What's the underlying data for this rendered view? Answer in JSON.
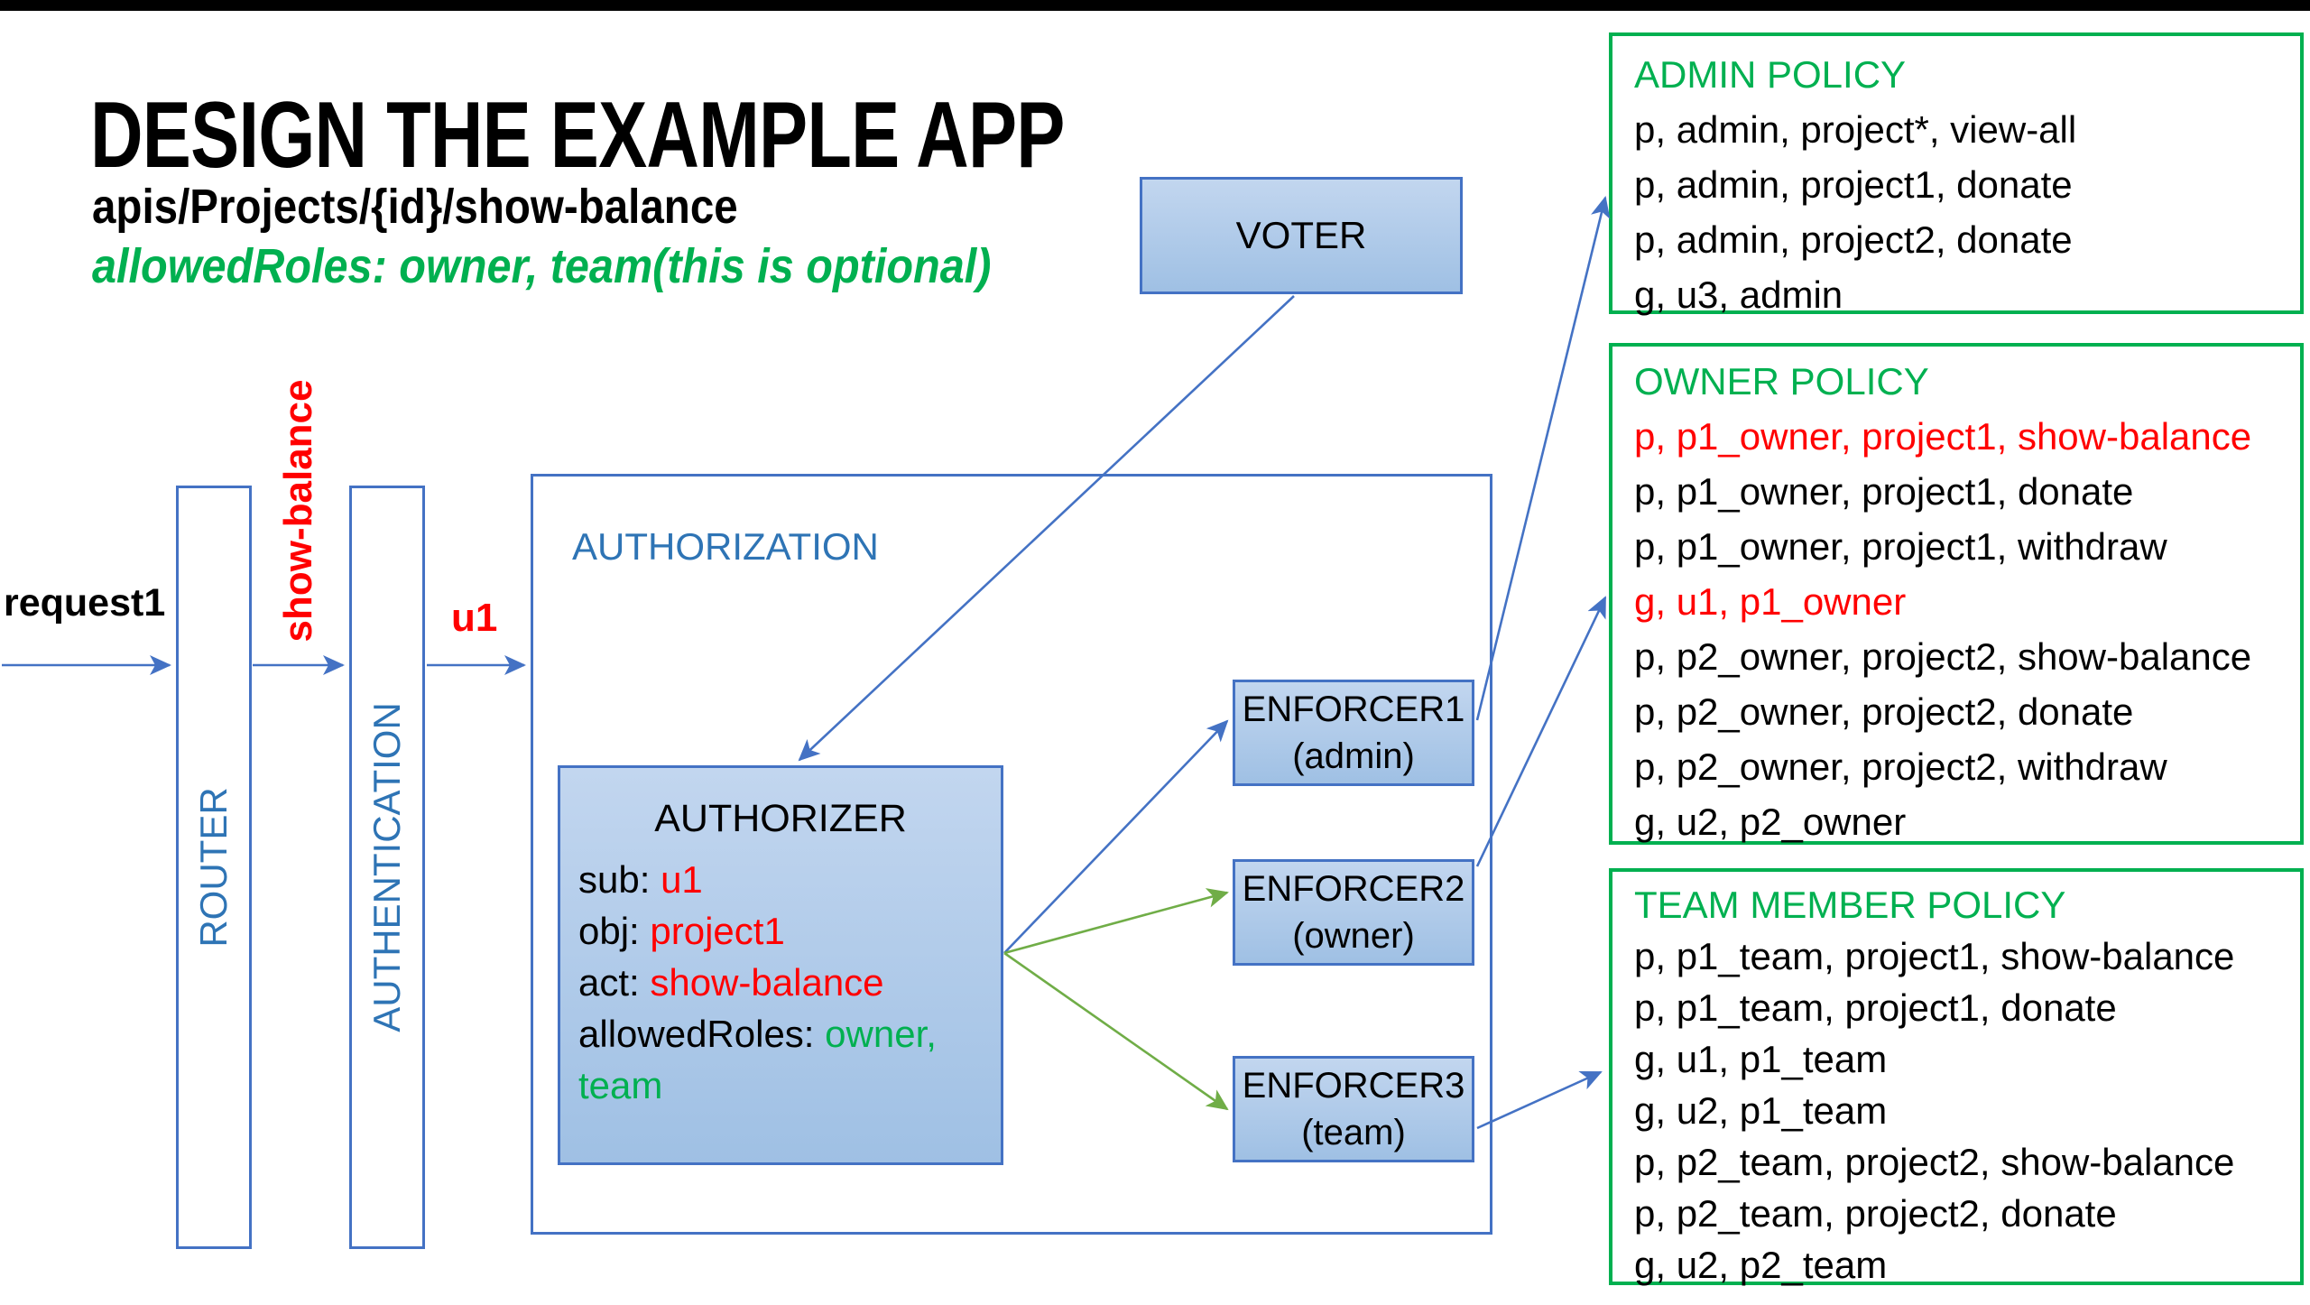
{
  "colors": {
    "bar_black": "#000000",
    "box_border_blue": "#4472C4",
    "box_text_blue": "#2E74B5",
    "box_fill_top": "#C2D6EF",
    "box_fill_bottom": "#9FC0E4",
    "arrow_blue": "#4472C4",
    "arrow_green": "#70AD47",
    "policy_border_green": "#00B050",
    "policy_title_green": "#00B050",
    "text_red": "#FF0000",
    "text_green": "#00B050",
    "text_black": "#000000"
  },
  "header": {
    "title": "DESIGN THE EXAMPLE APP",
    "subtitle": "apis/Projects/{id}/show-balance",
    "note": "allowedRoles: owner, team(this is optional)"
  },
  "labels": {
    "request1": "request1",
    "show_balance": "show-balance",
    "u1": "u1",
    "project1": "project1"
  },
  "nodes": {
    "voter": {
      "label": "VOTER"
    },
    "router": {
      "label": "ROUTER"
    },
    "authentication": {
      "label": "AUTHENTICATION"
    },
    "authorization": {
      "label": "AUTHORIZATION"
    },
    "authorizer": {
      "title": "AUTHORIZER",
      "rows": [
        {
          "key": "sub: ",
          "val": "u1",
          "val_color": "#FF0000"
        },
        {
          "key": "obj: ",
          "val": "project1",
          "val_color": "#FF0000"
        },
        {
          "key": "act: ",
          "val": "show-balance",
          "val_color": "#FF0000"
        },
        {
          "key": "allowedRoles: ",
          "val": "owner,",
          "val_color": "#00B050"
        },
        {
          "key": "",
          "val": "team",
          "val_color": "#00B050"
        }
      ]
    },
    "enforcer1": {
      "line1": "ENFORCER1",
      "line2": "(admin)"
    },
    "enforcer2": {
      "line1": "ENFORCER2",
      "line2": "(owner)"
    },
    "enforcer3": {
      "line1": "ENFORCER3",
      "line2": "(team)"
    }
  },
  "policies": {
    "admin": {
      "title": "ADMIN POLICY",
      "lines": [
        {
          "text": "p, admin, project*, view-all",
          "color": "#000000"
        },
        {
          "text": "p, admin, project1, donate",
          "color": "#000000"
        },
        {
          "text": "p, admin, project2, donate",
          "color": "#000000"
        },
        {
          "text": "g, u3, admin",
          "color": "#000000"
        }
      ]
    },
    "owner": {
      "title": "OWNER POLICY",
      "lines": [
        {
          "text": "p, p1_owner, project1, show-balance",
          "color": "#FF0000"
        },
        {
          "text": "p, p1_owner, project1, donate",
          "color": "#000000"
        },
        {
          "text": "p, p1_owner, project1, withdraw",
          "color": "#000000"
        },
        {
          "text": "g, u1, p1_owner",
          "color": "#FF0000"
        },
        {
          "text": "p, p2_owner, project2, show-balance",
          "color": "#000000"
        },
        {
          "text": "p, p2_owner, project2, donate",
          "color": "#000000"
        },
        {
          "text": "p, p2_owner, project2, withdraw",
          "color": "#000000"
        },
        {
          "text": "g, u2, p2_owner",
          "color": "#000000"
        }
      ]
    },
    "team": {
      "title": "TEAM MEMBER POLICY",
      "lines": [
        {
          "text": "p, p1_team, project1, show-balance",
          "color": "#000000"
        },
        {
          "text": "p, p1_team, project1, donate",
          "color": "#000000"
        },
        {
          "text": "g, u1, p1_team",
          "color": "#000000"
        },
        {
          "text": "g, u2, p1_team",
          "color": "#000000"
        },
        {
          "text": "p, p2_team, project2, show-balance",
          "color": "#000000"
        },
        {
          "text": "p, p2_team, project2, donate",
          "color": "#000000"
        },
        {
          "text": "g, u2, p2_team",
          "color": "#000000"
        }
      ]
    }
  }
}
